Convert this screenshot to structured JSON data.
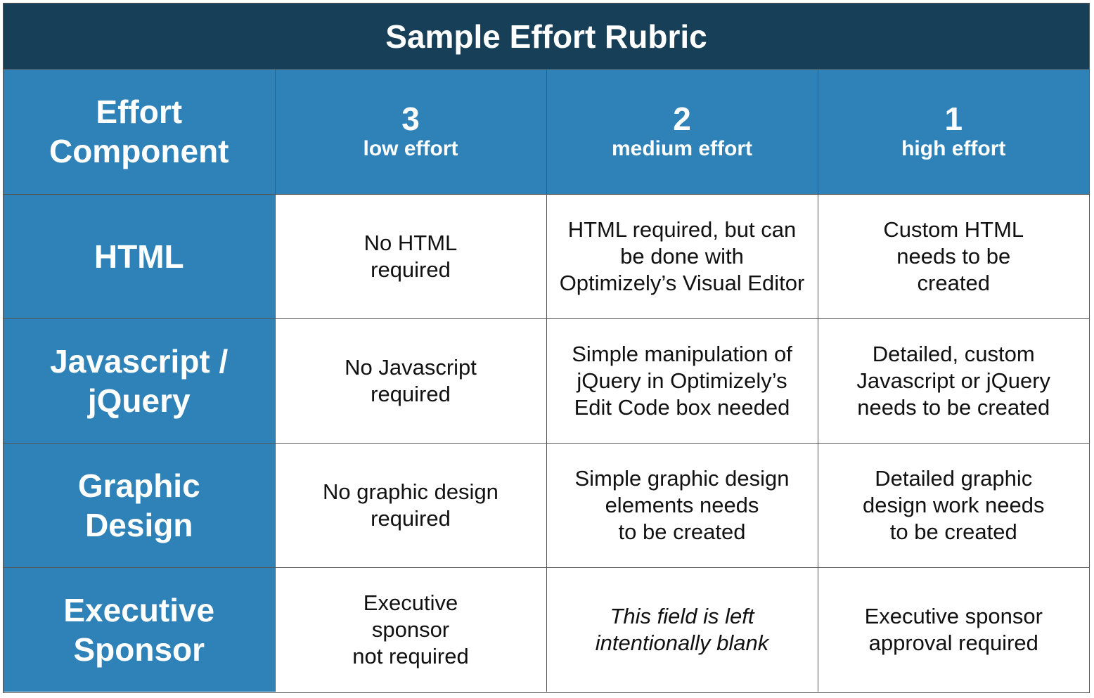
{
  "title": "Sample Effort Rubric",
  "header": {
    "component_label": "Effort\nComponent",
    "levels": [
      {
        "number": "3",
        "label": "low effort"
      },
      {
        "number": "2",
        "label": "medium effort"
      },
      {
        "number": "1",
        "label": "high effort"
      }
    ]
  },
  "rows": [
    {
      "name": "HTML",
      "cells": [
        "No HTML\nrequired",
        "HTML required, but can\nbe done with\nOptimizely’s Visual Editor",
        "Custom HTML\nneeds to be\ncreated"
      ]
    },
    {
      "name": "Javascript /\njQuery",
      "cells": [
        "No Javascript\nrequired",
        "Simple manipulation of\njQuery in Optimizely’s\nEdit Code box needed",
        "Detailed, custom\nJavascript or jQuery\nneeds to be created"
      ]
    },
    {
      "name": "Graphic\nDesign",
      "cells": [
        "No graphic design\nrequired",
        "Simple graphic design\nelements needs\nto be created",
        "Detailed graphic\ndesign work needs\nto be created"
      ]
    },
    {
      "name": "Executive\nSponsor",
      "cells": [
        "Executive\nsponsor\nnot required",
        "This field is left\nintentionally blank",
        "Executive sponsor\napproval required"
      ]
    }
  ],
  "colors": {
    "title_bg": "#173f58",
    "header_bg": "#2e82b7",
    "cell_bg": "#ffffff",
    "text_light": "#ffffff"
  }
}
